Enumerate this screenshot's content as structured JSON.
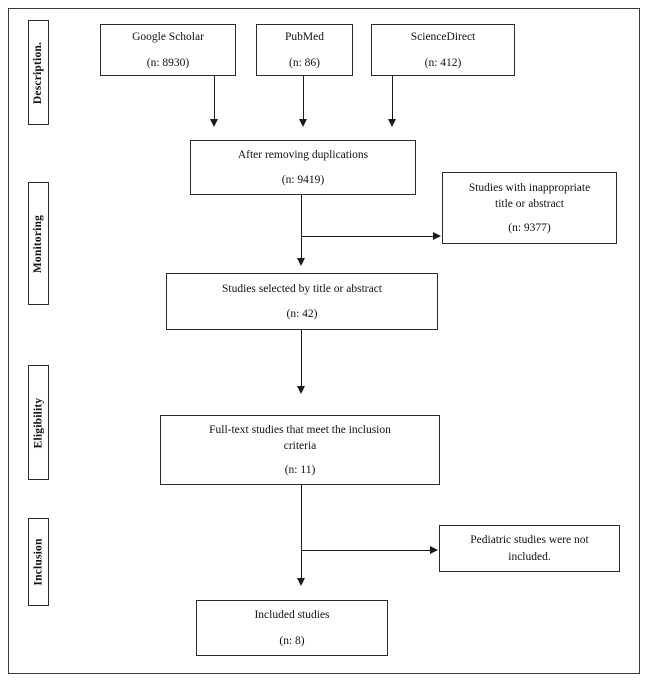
{
  "diagram": {
    "type": "prisma-flow-diagram",
    "stages": [
      {
        "id": "description",
        "label": "Description."
      },
      {
        "id": "monitoring",
        "label": "Monitoring"
      },
      {
        "id": "eligibility",
        "label": "Eligibility"
      },
      {
        "id": "inclusion",
        "label": "Inclusion"
      }
    ],
    "sources": [
      {
        "id": "google-scholar",
        "name": "Google Scholar",
        "count": "(n: 8930)"
      },
      {
        "id": "pubmed",
        "name": "PubMed",
        "count": "(n: 86)"
      },
      {
        "id": "sciencedirect",
        "name": "ScienceDirect",
        "count": "(n: 412)"
      }
    ],
    "nodes": {
      "after_duplications": {
        "line1": "After removing duplications",
        "count": "(n: 9419)"
      },
      "inappropriate": {
        "line1": "Studies with inappropriate",
        "line2": "title or abstract",
        "count": "(n: 9377)"
      },
      "selected_by_title": {
        "line1": "Studies selected by title or abstract",
        "count": "(n: 42)"
      },
      "full_text": {
        "line1": "Full-text studies that meet the inclusion",
        "line2": "criteria",
        "count": "(n: 11)"
      },
      "pediatric_excluded": {
        "line1": "Pediatric studies were not",
        "line2": "included."
      },
      "included_studies": {
        "line1": "Included studies",
        "count": "(n: 8)"
      }
    },
    "colors": {
      "frame_border": "#3a3a3a",
      "box_border": "#2b2b2b",
      "connector": "#1a1a1a",
      "text": "#111111",
      "background": "#ffffff"
    }
  }
}
